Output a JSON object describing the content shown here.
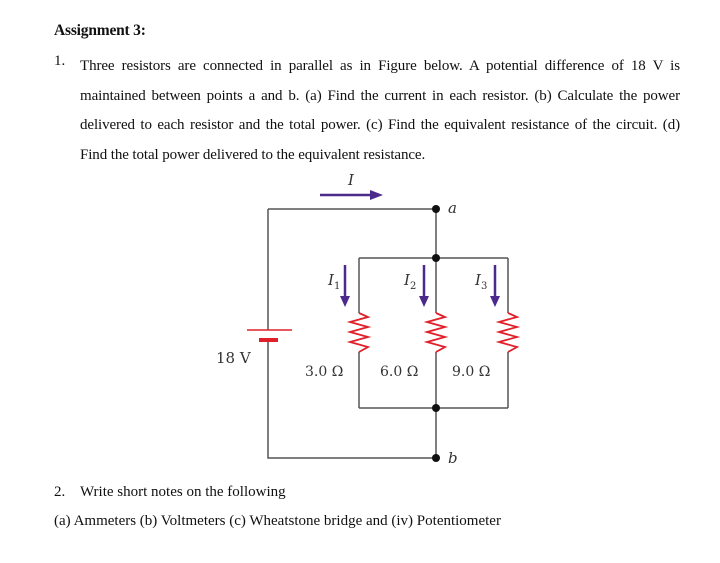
{
  "document": {
    "heading": "Assignment 3:",
    "questions": [
      {
        "number": "1.",
        "text": "Three resistors are connected in parallel as in Figure below. A potential difference of 18 V is maintained between points a and b. (a) Find the current in each resistor. (b) Calculate the power delivered to each resistor and the total power. (c) Find the equivalent resistance of the circuit. (d) Find the total power delivered to the equivalent resistance."
      },
      {
        "number": "2.",
        "text": "Write short notes on the following",
        "items": "(a) Ammeters (b) Voltmeters (c) Wheatstone bridge and (iv) Potentiometer"
      }
    ]
  },
  "figure": {
    "battery_label": "18 V",
    "total_current_label": "I",
    "node_a_label": "a",
    "node_b_label": "b",
    "branches": [
      {
        "current_label": "I",
        "current_sub": "1",
        "resistance_label": "3.0 Ω"
      },
      {
        "current_label": "I",
        "current_sub": "2",
        "resistance_label": "6.0 Ω"
      },
      {
        "current_label": "I",
        "current_sub": "3",
        "resistance_label": "9.0 Ω"
      }
    ],
    "colors": {
      "wire": "#555555",
      "resistor": "#e0202a",
      "arrow": "#4b2a8c",
      "node": "#111111"
    }
  }
}
